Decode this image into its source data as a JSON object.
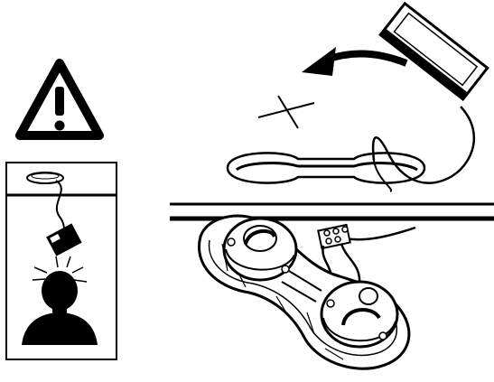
{
  "figure": {
    "panels": [
      {
        "name": "warning-panel",
        "icon": "warning-triangle-icon"
      },
      {
        "name": "falling-hazard-inset",
        "icon": "person-head-icon"
      },
      {
        "name": "installation-illustration",
        "icon": "ceiling-mount-icon"
      }
    ],
    "colors": {
      "ink": "#000000",
      "paper": "#ffffff"
    }
  }
}
